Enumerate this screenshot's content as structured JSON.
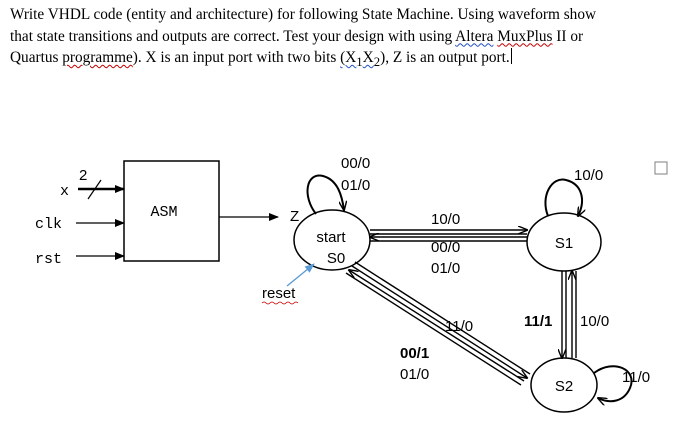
{
  "question": {
    "line1": "Write VHDL code (entity and architecture) for following State Machine. Using waveform show",
    "line2a": "that state transitions and outputs are correct. Test your design with using ",
    "line2b": "Altera",
    "line2c": " ",
    "line2d": "MuxPlus",
    "line2e": " II or",
    "line3a": "Quartus ",
    "line3b": "programme",
    "line3c": ").  X is an input port with two bits ",
    "line3d": "(X",
    "sub1": "1",
    "line3e": "X",
    "sub2": "2",
    "line3f": "), Z is an output port."
  },
  "block": {
    "label": "ASM",
    "inputs": [
      "x",
      "clk",
      "rst"
    ],
    "bus_width": "2",
    "output": "Z"
  },
  "reset_label": "reset",
  "states": {
    "start": [
      "start",
      "S0"
    ],
    "s1": "S1",
    "s2": "S2"
  },
  "transitions": {
    "s0_self": [
      "00/0",
      "01/0"
    ],
    "s0_to_s1": "10/0",
    "s1_to_s0": [
      "00/0",
      "01/0"
    ],
    "s1_self": "10/0",
    "s0_to_s2": "11/0",
    "s2_to_s0": [
      "00/1",
      "01/0"
    ],
    "s1_to_s2": "11/1",
    "s2_to_s1": "10/0",
    "s2_self": "11/0"
  }
}
